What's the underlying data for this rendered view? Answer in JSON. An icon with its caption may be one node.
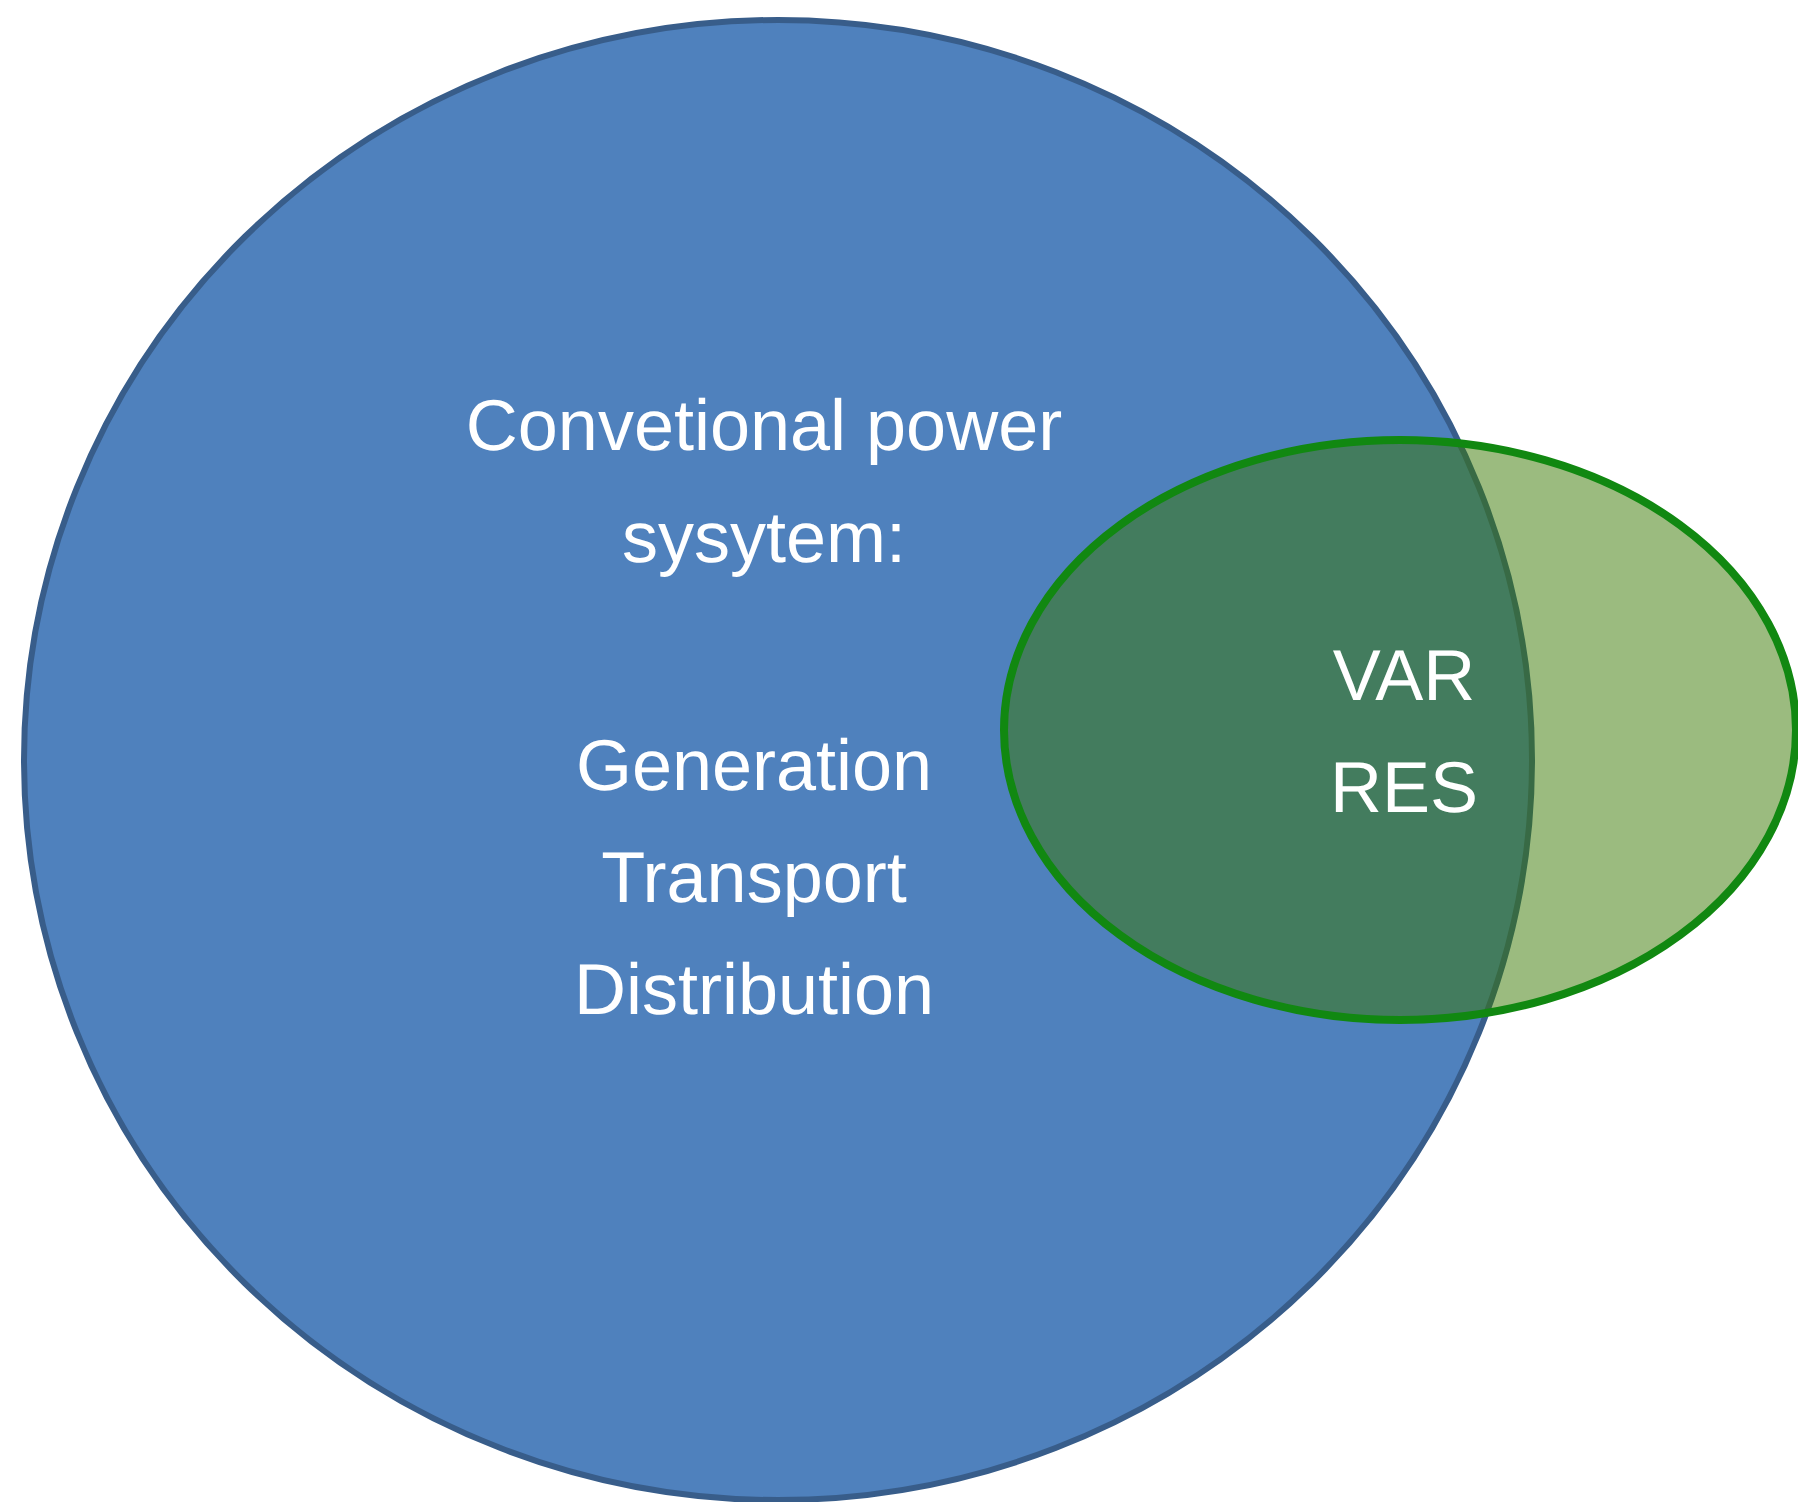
{
  "diagram": {
    "nodes": [
      {
        "text": [
          "Convetional power sysytem:",
          "Generation Transport Distribution"
        ]
      },
      {
        "text": [
          "VAR RES"
        ]
      }
    ]
  }
}
